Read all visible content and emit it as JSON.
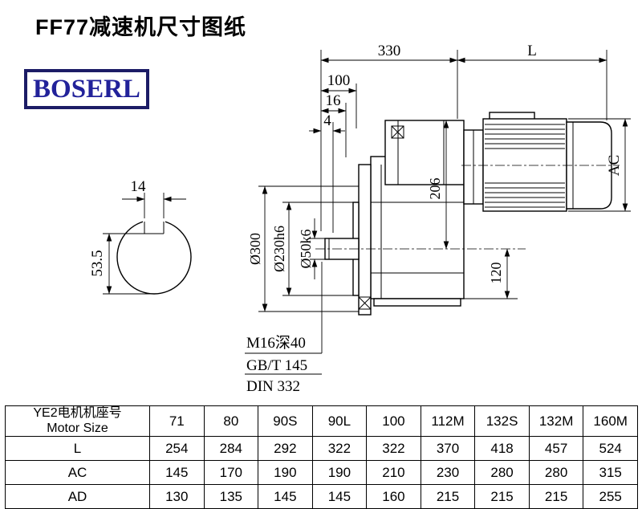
{
  "page": {
    "title": "FF77减速机尺寸图纸",
    "logo": "BOSERL"
  },
  "drawing": {
    "dims": {
      "d330": "330",
      "dL": "L",
      "d100": "100",
      "d16": "16",
      "d4": "4",
      "dAC": "AC",
      "d206": "206",
      "d120": "120",
      "dia300": "Ø300",
      "dia230": "Ø230h6",
      "dia50": "Ø50k6",
      "key_w": "14",
      "key_h": "53.5"
    },
    "notes": [
      "M16深40",
      "GB/T 145",
      "DIN 332"
    ]
  },
  "table": {
    "header": {
      "col0_line1": "YE2电机机座号",
      "col0_line2": "Motor Size",
      "sizes": [
        "71",
        "80",
        "90S",
        "90L",
        "100",
        "112M",
        "132S",
        "132M",
        "160M"
      ]
    },
    "rows": [
      {
        "label": "L",
        "values": [
          "254",
          "284",
          "292",
          "322",
          "322",
          "370",
          "418",
          "457",
          "524"
        ]
      },
      {
        "label": "AC",
        "values": [
          "145",
          "170",
          "190",
          "190",
          "210",
          "230",
          "280",
          "280",
          "315"
        ]
      },
      {
        "label": "AD",
        "values": [
          "130",
          "135",
          "145",
          "145",
          "160",
          "215",
          "215",
          "215",
          "255"
        ]
      }
    ]
  }
}
